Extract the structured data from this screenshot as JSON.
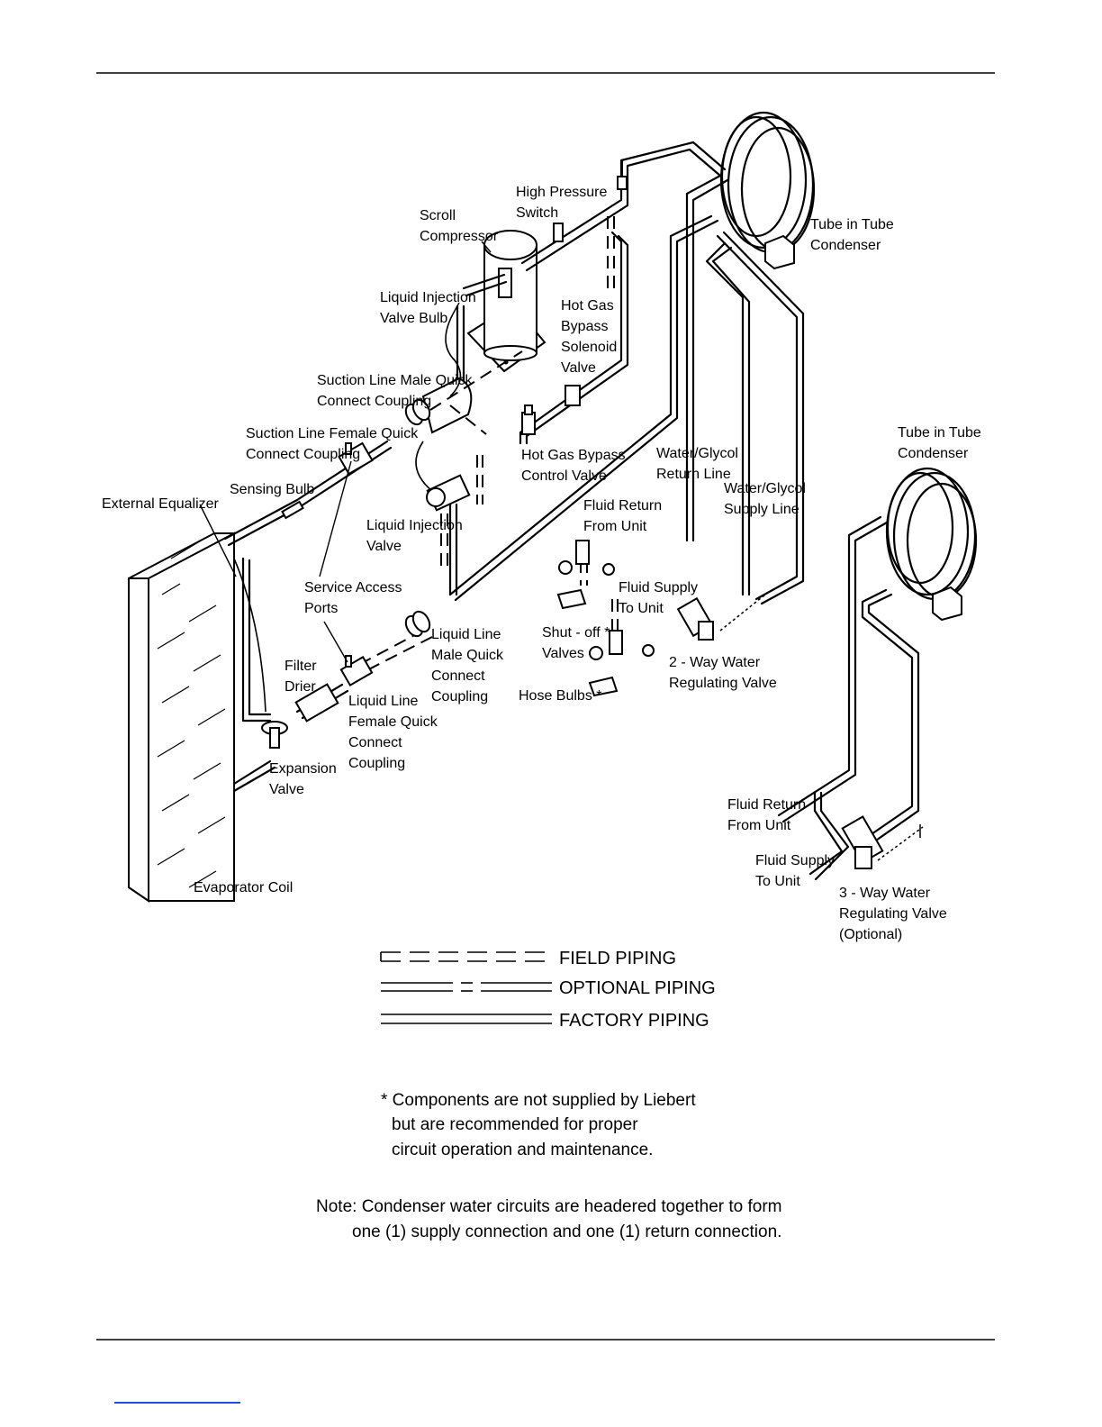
{
  "labels": {
    "scroll_compressor": [
      "Scroll",
      "Compressor"
    ],
    "high_pressure_switch": [
      "High Pressure",
      "Switch"
    ],
    "tube_in_tube_condenser_1": [
      "Tube in Tube",
      "Condenser"
    ],
    "tube_in_tube_condenser_2": [
      "Tube in Tube",
      "Condenser"
    ],
    "liquid_injection_valve_bulb": [
      "Liquid Injection",
      "Valve Bulb"
    ],
    "hot_gas_bypass_solenoid_valve": [
      "Hot Gas",
      "Bypass",
      "Solenoid",
      "Valve"
    ],
    "suction_line_male_quick": [
      "Suction Line Male Quick",
      "Connect Coupling"
    ],
    "suction_line_female_quick": [
      "Suction Line Female Quick",
      "Connect Coupling"
    ],
    "hot_gas_bypass_control_valve": [
      "Hot Gas Bypass",
      "Control Valve"
    ],
    "water_glycol_return_line": [
      "Water/Glycol",
      "Return Line"
    ],
    "water_glycol_supply_line": [
      "Water/Glycol",
      "Supply Line"
    ],
    "sensing_bulb": [
      "Sensing Bulb"
    ],
    "external_equalizer": [
      "External Equalizer"
    ],
    "liquid_injection_valve": [
      "Liquid Injection",
      "Valve"
    ],
    "fluid_return_from_unit_1": [
      "Fluid Return",
      "From Unit"
    ],
    "service_access_ports": [
      "Service Access",
      "Ports"
    ],
    "fluid_supply_to_unit_1": [
      "Fluid Supply",
      "To Unit"
    ],
    "liquid_line_male_quick": [
      "Liquid Line",
      "Male Quick",
      "Connect",
      "Coupling"
    ],
    "shut_off_valves": [
      "Shut - off *",
      "Valves"
    ],
    "filter_drier": [
      "Filter",
      "Drier"
    ],
    "two_way_water_regulating_valve": [
      "2 - Way Water",
      "Regulating Valve"
    ],
    "hose_bulbs": [
      "Hose Bulbs *"
    ],
    "liquid_line_female_quick": [
      "Liquid Line",
      "Female Quick",
      "Connect",
      "Coupling"
    ],
    "expansion_valve": [
      "Expansion",
      "Valve"
    ],
    "evaporator_coil": [
      "Evaporator Coil"
    ],
    "fluid_return_from_unit_2": [
      "Fluid Return",
      "From Unit"
    ],
    "fluid_supply_to_unit_2": [
      "Fluid Supply",
      "To Unit"
    ],
    "three_way_water_regulating_valve": [
      "3 - Way Water",
      "Regulating Valve",
      "(Optional)"
    ]
  },
  "legend": {
    "field_piping": "FIELD PIPING",
    "optional_piping": "OPTIONAL PIPING",
    "factory_piping": "FACTORY PIPING"
  },
  "footnote": [
    "* Components are not supplied by Liebert",
    "but are recommended for proper",
    "circuit operation and maintenance."
  ],
  "note": [
    "Note: Condenser water circuits are headered together to form",
    "one (1) supply connection and one (1) return connection."
  ]
}
